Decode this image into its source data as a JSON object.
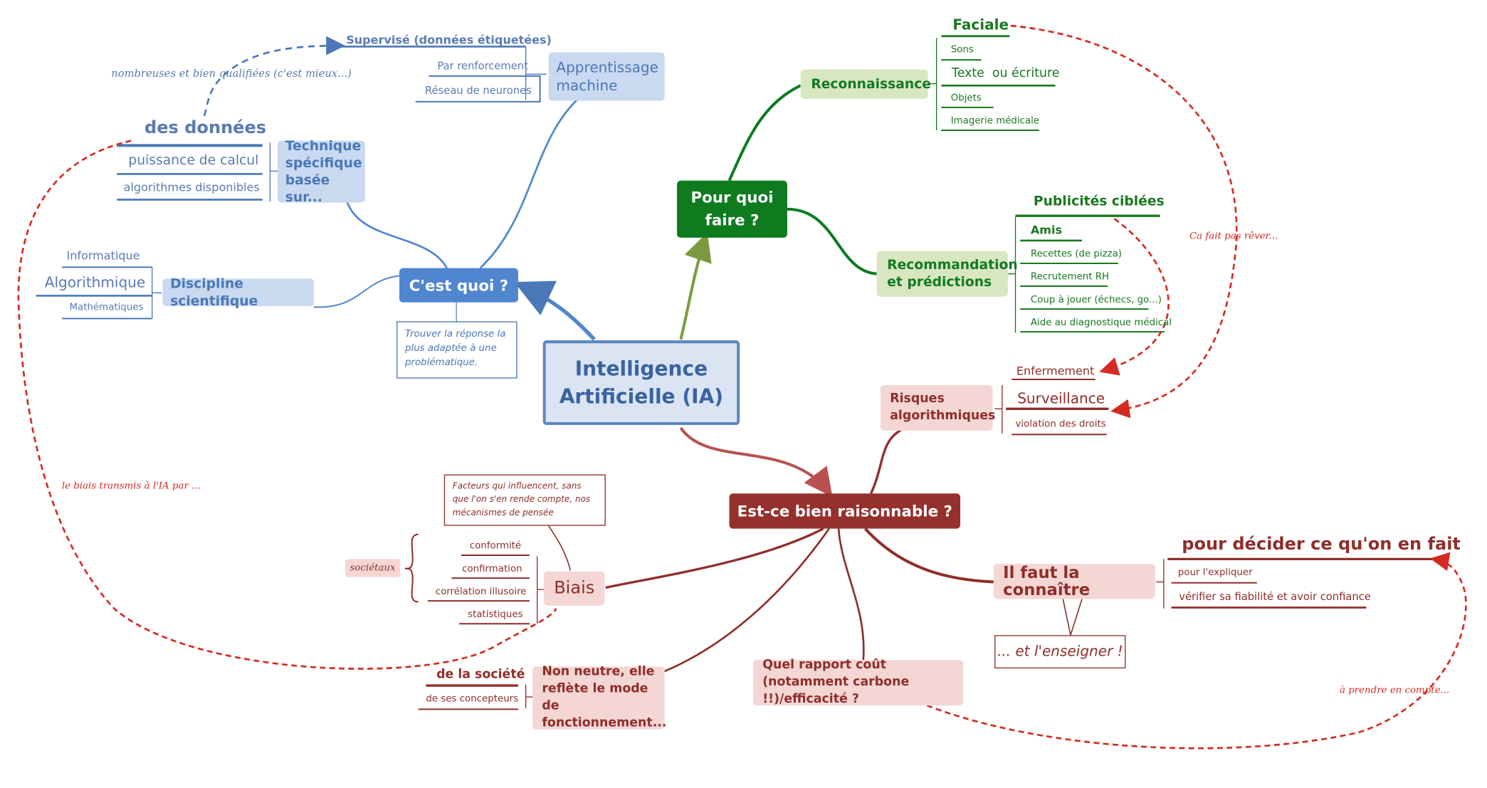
{
  "center": {
    "title": "Intelligence Artificielle (IA)"
  },
  "cest_quoi": {
    "title": "C'est quoi ?",
    "note": "Trouver la réponse la plus adaptée à une problématique.",
    "apprentissage": {
      "label": "Apprentissage machine",
      "supervise": "Supervisé (données étiquetées)",
      "renforcement": "Par renforcement",
      "neurones": "Réseau de neurones"
    },
    "technique": {
      "label": "Technique spécifique basée sur...",
      "donnees": "des données",
      "puissance": "puissance de calcul",
      "algorithmes": "algorithmes disponibles"
    },
    "discipline": {
      "label": "Discipline scientifique",
      "informatique": "Informatique",
      "algorithmique": "Algorithmique",
      "mathematiques": "Mathématiques"
    }
  },
  "pourquoi": {
    "title": "Pour quoi faire ?",
    "reconnaissance": {
      "label": "Reconnaissance",
      "items": [
        "Faciale",
        "Sons",
        "Texte  ou écriture",
        "Objets",
        "Imagerie médicale"
      ]
    },
    "recommandation": {
      "label": "Recommandation et prédictions",
      "pubs": "Publicités ciblées",
      "items": [
        "Amis",
        "Recettes (de pizza)",
        "Recrutement RH",
        "Coup à jouer (échecs, go...)",
        "Aide au diagnostique médical"
      ]
    }
  },
  "raisonnable": {
    "title": "Est-ce bien raisonnable ?",
    "risques": {
      "label": "Risques algorithmiques",
      "items": [
        "Enfermement",
        "Surveillance",
        "violation des droits"
      ]
    },
    "biais": {
      "label": "Biais",
      "note": "Facteurs qui influencent, sans que l'on s'en rende compte, nos mécanismes de pensée",
      "items": [
        "conformité",
        "confirmation",
        "corrélation illusoire",
        "statistiques"
      ],
      "societaux": "sociétaux"
    },
    "neutre": {
      "label": "Non neutre, elle reflète le mode de fonctionnement...",
      "items": [
        "de la société",
        "de ses concepteurs"
      ]
    },
    "cout": {
      "label": "Quel rapport coût (notamment carbone !!)/efficacité ?"
    },
    "connaitre": {
      "label": "Il faut la connaître",
      "top": "pour décider ce qu'on en fait",
      "items": [
        "pour l'expliquer",
        "vérifier sa fiabilité et avoir confiance"
      ],
      "note": "... et l'enseigner !"
    }
  },
  "annotations": {
    "qualifiees": "nombreuses et bien qualifiées (c'est mieux...)",
    "biais_transmis": "le biais transmis à l'IA par ...",
    "reve": "Ca fait pas rêver...",
    "compte": "à prendre en compte..."
  },
  "colors": {
    "blue": "#4f86cf",
    "green": "#0f7b1f",
    "red": "#96302c",
    "dashed": "#d42a22"
  }
}
